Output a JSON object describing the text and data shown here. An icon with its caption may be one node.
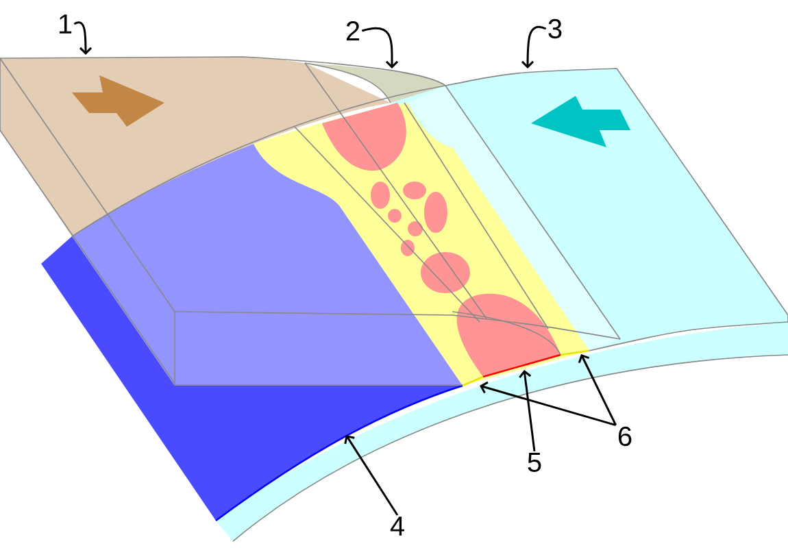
{
  "diagram": {
    "nodes": [
      {
        "text": [
          "1"
        ]
      },
      {
        "text": [
          "2"
        ]
      },
      {
        "text": [
          "3"
        ]
      },
      {
        "text": [
          "4"
        ]
      },
      {
        "text": [
          "5"
        ]
      },
      {
        "text": [
          "6"
        ]
      }
    ],
    "edges": [
      {
        "from": 0,
        "to": null,
        "arrow": "to"
      },
      {
        "from": 1,
        "to": null,
        "arrow": "to"
      },
      {
        "from": 2,
        "to": null,
        "arrow": "to"
      },
      {
        "from": 3,
        "to": null,
        "arrow": "to"
      },
      {
        "from": 4,
        "to": null,
        "arrow": "to"
      },
      {
        "from": 5,
        "to": null,
        "arrow": "to"
      },
      {
        "from": 5,
        "to": null,
        "arrow": "to"
      }
    ]
  }
}
